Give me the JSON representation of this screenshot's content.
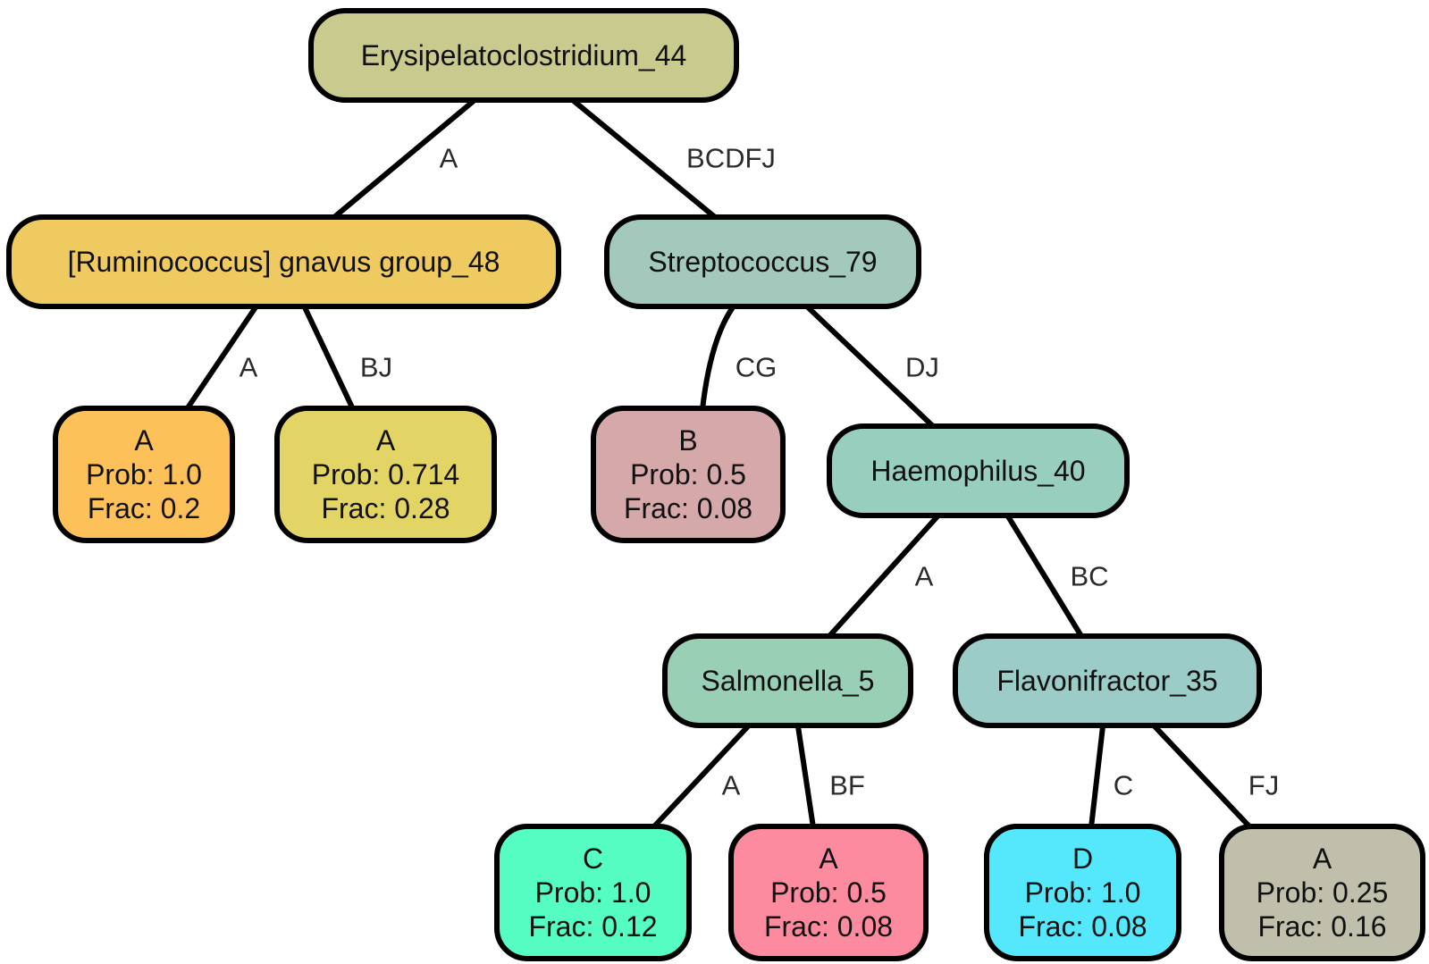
{
  "nodes": [
    {
      "id": "n44",
      "lines": [
        "Erysipelatoclostridium_44"
      ],
      "color": "#c9ca8e"
    },
    {
      "id": "n48",
      "lines": [
        "[Ruminococcus] gnavus group_48"
      ],
      "color": "#eeca60"
    },
    {
      "id": "n79",
      "lines": [
        "Streptococcus_79"
      ],
      "color": "#a3c9bd"
    },
    {
      "id": "leaf1",
      "lines": [
        "A",
        "Prob: 1.0",
        "Frac: 0.2"
      ],
      "color": "#fdc15a"
    },
    {
      "id": "leaf2",
      "lines": [
        "A",
        "Prob: 0.714",
        "Frac: 0.28"
      ],
      "color": "#e2d566"
    },
    {
      "id": "leaf3",
      "lines": [
        "B",
        "Prob: 0.5",
        "Frac: 0.08"
      ],
      "color": "#d5a8aa"
    },
    {
      "id": "n40",
      "lines": [
        "Haemophilus_40"
      ],
      "color": "#98cebe"
    },
    {
      "id": "n5",
      "lines": [
        "Salmonella_5"
      ],
      "color": "#98cfb5"
    },
    {
      "id": "n35",
      "lines": [
        "Flavonifractor_35"
      ],
      "color": "#9bccc7"
    },
    {
      "id": "leaf4",
      "lines": [
        "C",
        "Prob: 1.0",
        "Frac: 0.12"
      ],
      "color": "#56fdc2"
    },
    {
      "id": "leaf5",
      "lines": [
        "A",
        "Prob: 0.5",
        "Frac: 0.08"
      ],
      "color": "#fd8ba0"
    },
    {
      "id": "leaf6",
      "lines": [
        "D",
        "Prob: 1.0",
        "Frac: 0.08"
      ],
      "color": "#55e8fd"
    },
    {
      "id": "leaf7",
      "lines": [
        "A",
        "Prob: 0.25",
        "Frac: 0.16"
      ],
      "color": "#bfbfab"
    }
  ],
  "edges": [
    {
      "from": "n44",
      "to": "n48",
      "label": "A"
    },
    {
      "from": "n44",
      "to": "n79",
      "label": "BCDFJ"
    },
    {
      "from": "n48",
      "to": "leaf1",
      "label": "A"
    },
    {
      "from": "n48",
      "to": "leaf2",
      "label": "BJ"
    },
    {
      "from": "n79",
      "to": "leaf3",
      "label": "CG"
    },
    {
      "from": "n79",
      "to": "n40",
      "label": "DJ"
    },
    {
      "from": "n40",
      "to": "n5",
      "label": "A"
    },
    {
      "from": "n40",
      "to": "n35",
      "label": "BC"
    },
    {
      "from": "n5",
      "to": "leaf4",
      "label": "A"
    },
    {
      "from": "n5",
      "to": "leaf5",
      "label": "BF"
    },
    {
      "from": "n35",
      "to": "leaf6",
      "label": "C"
    },
    {
      "from": "n35",
      "to": "leaf7",
      "label": "FJ"
    }
  ]
}
